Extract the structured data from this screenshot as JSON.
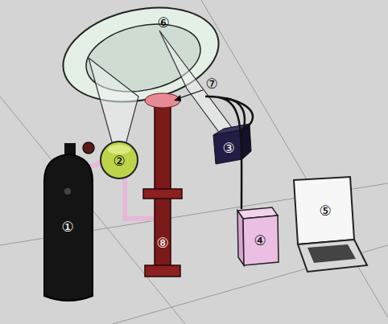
{
  "diagram": {
    "labels": [
      "①",
      "②",
      "③",
      "④",
      "⑤",
      "⑥",
      "⑦",
      "⑧"
    ]
  }
}
